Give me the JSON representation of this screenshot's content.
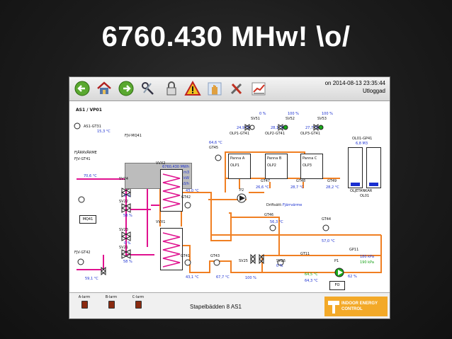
{
  "slide": {
    "title": "6760.430 MHw! \\o/"
  },
  "status": {
    "line1": "on 2014-08-13 23:35:44",
    "line2": "Utloggad"
  },
  "toolbar_icons": [
    "back-arrow-icon",
    "home-icon",
    "forward-arrow-icon",
    "tools-icon",
    "lock-icon",
    "warning-icon",
    "hand-icon",
    "wrench-icon",
    "chart-icon"
  ],
  "colors": {
    "supply": "#e0118f",
    "return": "#f07f22",
    "value": "#1a2fd0",
    "logo": "#f3a928"
  },
  "diagram": {
    "header": "AS1 / VP01",
    "as1_gt31": "AS1-GT31",
    "as1_gt31_val": "15,3 °C",
    "fjarrvarme": "FJÄRRVÄRME",
    "fjv_gt41": "FJV-GT41",
    "fjv_gt41_val": "70,6 °C",
    "fjv_mq41": "FJV-MQ41",
    "mq_lines": [
      "6760,430 MWh",
      "134690,3 m3",
      "186 kW",
      "8,3 m3/h"
    ],
    "vvx2": "VVX2",
    "vvx1": "VVX1",
    "sv24": "SV24",
    "sv24_val": "0 %",
    "sv22": "SV22",
    "sv22_val": "58 %",
    "sv23": "SV23",
    "sv23_val": "0 %",
    "sv21": "SV21",
    "sv21_val": "58 %",
    "mq41": "MQ41",
    "fjv_gt42": "FJV-GT42",
    "fjv_gt42_val": "59,1 °C",
    "gt42_val": "43,0 °C",
    "gt42": "GT42",
    "gt41": "GT41",
    "gt41_val": "43,1 °C",
    "gt43": "GT43",
    "gt43_val": "67,7 °C",
    "sv25": "SV25",
    "sv25_val": "100 %",
    "sv26": "SV26",
    "sv26_val": "0 %",
    "gt11": "GT11",
    "gt11_val1": "64,5 °C",
    "gt11_val2": "64,3 °C",
    "p1": "P1",
    "p1_val": "62 %",
    "gp11": "GP11",
    "gp11_val1": "180 kPa",
    "gp11_val2": "190 kPa",
    "gt44": "GT44",
    "gt44_val": "57,0 °C",
    "gt46": "GT46",
    "gt46_val": "56,3 °C",
    "drift": "Driftsätt:",
    "drift_val": "Fjärrvärme",
    "p2": "P2",
    "gt45": "GT45",
    "gt45_val": "64,6 °C",
    "sv51": "SV51",
    "sv51_pct": "0 %",
    "sv51_temp": "24,9 °C",
    "sv52": "SV52",
    "sv52_pct": "100 %",
    "sv52_temp": "28,1 °C",
    "sv53": "SV53",
    "sv53_pct": "100 %",
    "sv53_temp": "27,7 °C",
    "olp1_gt41": "OLP1-GT41",
    "olp2_gt41": "OLP2-GT41",
    "olp3_gt41": "OLP3-GT41",
    "panna_a": "Panna A",
    "panna_a_sub": "OLP1",
    "panna_b": "Panna B",
    "panna_b_sub": "OLP2",
    "panna_c": "Panna C",
    "panna_c_sub": "OLP3",
    "gt47": "GT47",
    "gt47_val": "26,6 °C",
    "gt48": "GT48",
    "gt48_val": "28,7 °C",
    "gt49": "GT49",
    "gt49_val": "28,2 °C",
    "oljetank_top": "OL01-GP41",
    "oljetank_top_val": "6,8 M3",
    "oljetank_label": "OLJETANKAR",
    "oljetank_sub": "OL01",
    "fo": "FO"
  },
  "bottom": {
    "alarms": [
      "A-larm",
      "B-larm",
      "C-larm"
    ],
    "caption": "Stapelbädden 8 AS1",
    "logo_line1": "INDOOR ENERGY",
    "logo_line2": "CONTROL"
  }
}
